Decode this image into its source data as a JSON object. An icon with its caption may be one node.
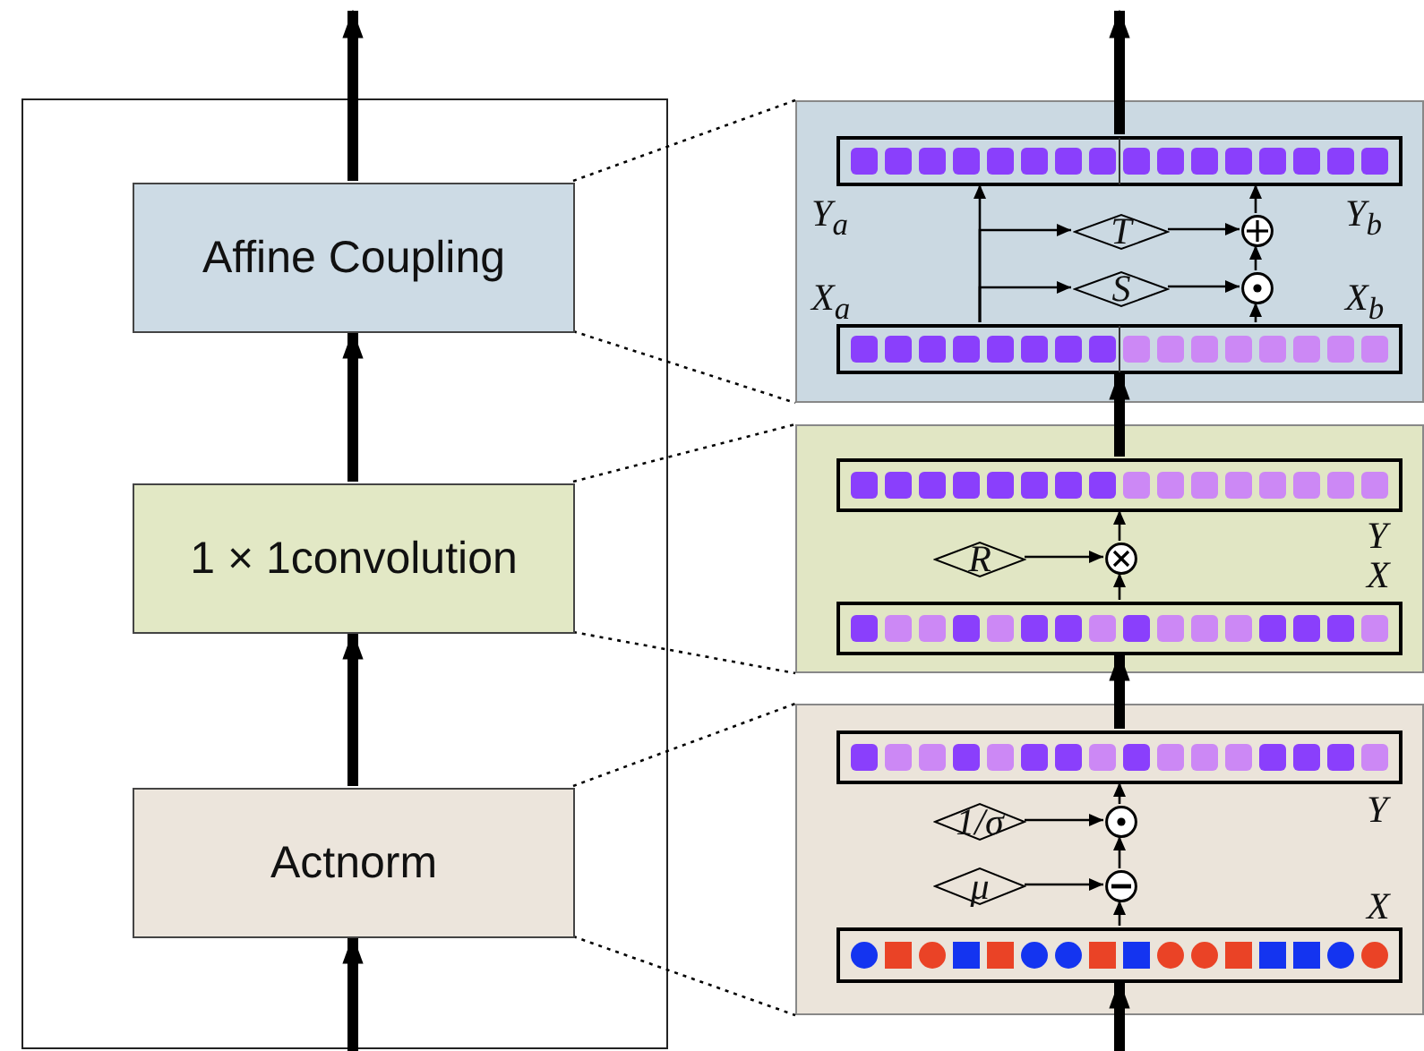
{
  "diagram": {
    "nodes": [
      {
        "text": [],
        "shape": "box"
      },
      {
        "text": [
          "Affine Coupling"
        ],
        "in": 0
      },
      {
        "text": [
          "1 × 1convolution"
        ],
        "in": 0
      },
      {
        "text": [
          "Actnorm"
        ],
        "in": 0
      },
      {
        "text": [],
        "shape": "box"
      },
      {
        "text": [],
        "shape": "bar",
        "in": 4,
        "beside": [
          "Y$_{a}$",
          "Y$_{b}$"
        ]
      },
      {
        "text": [],
        "shape": "bar",
        "in": 4,
        "beside": [
          "X$_{a}$",
          "X$_{b}$"
        ]
      },
      {
        "text": [
          "T"
        ],
        "in": 4
      },
      {
        "text": [
          "S"
        ],
        "in": 4
      },
      {
        "text": [],
        "shape": "circle",
        "in": 4
      },
      {
        "text": [],
        "shape": "circle",
        "in": 4
      },
      {
        "text": [],
        "shape": "box"
      },
      {
        "text": [],
        "shape": "bar",
        "in": 11,
        "beside": [
          "Y"
        ]
      },
      {
        "text": [],
        "shape": "bar",
        "in": 11,
        "beside": [
          "X"
        ]
      },
      {
        "text": [
          "R"
        ],
        "in": 11
      },
      {
        "text": [],
        "shape": "circle",
        "in": 11
      },
      {
        "text": [],
        "shape": "box"
      },
      {
        "text": [],
        "shape": "bar",
        "in": 16,
        "beside": [
          "Y"
        ]
      },
      {
        "text": [],
        "shape": "bar",
        "in": 16,
        "beside": [
          "X"
        ]
      },
      {
        "text": [
          "1/σ"
        ],
        "in": 16
      },
      {
        "text": [
          "μ"
        ],
        "in": 16
      },
      {
        "text": [],
        "shape": "circle",
        "in": 16
      },
      {
        "text": [],
        "shape": "circle",
        "in": 16
      }
    ],
    "edges": [
      {
        "from": null,
        "to": 3,
        "arrow": "to",
        "style": "thick"
      },
      {
        "from": 3,
        "to": 2,
        "arrow": "to",
        "style": "thick"
      },
      {
        "from": 2,
        "to": 1,
        "arrow": "to",
        "style": "thick"
      },
      {
        "from": 1,
        "to": null,
        "arrow": "to",
        "style": "thick"
      },
      {
        "from": 1,
        "to": 4,
        "arrow": "none",
        "style": "dashed"
      },
      {
        "from": 1,
        "to": 4,
        "arrow": "none",
        "style": "dashed"
      },
      {
        "from": 2,
        "to": 11,
        "arrow": "none",
        "style": "dashed"
      },
      {
        "from": 2,
        "to": 11,
        "arrow": "none",
        "style": "dashed"
      },
      {
        "from": 3,
        "to": 16,
        "arrow": "none",
        "style": "dashed"
      },
      {
        "from": 3,
        "to": 16,
        "arrow": "none",
        "style": "dashed"
      },
      {
        "from": null,
        "to": 18,
        "arrow": "to",
        "style": "thick"
      },
      {
        "from": 17,
        "to": 13,
        "arrow": "to",
        "style": "thick"
      },
      {
        "from": 12,
        "to": 6,
        "arrow": "to",
        "style": "thick"
      },
      {
        "from": 5,
        "to": null,
        "arrow": "to",
        "style": "thick"
      },
      {
        "from": 6,
        "to": 5,
        "arrow": "to"
      },
      {
        "from": 6,
        "to": 7,
        "arrow": "to"
      },
      {
        "from": 6,
        "to": 8,
        "arrow": "to"
      },
      {
        "from": 7,
        "to": 9,
        "arrow": "to"
      },
      {
        "from": 8,
        "to": 10,
        "arrow": "to"
      },
      {
        "from": 6,
        "to": 10,
        "arrow": "to"
      },
      {
        "from": 10,
        "to": 9,
        "arrow": "to"
      },
      {
        "from": 9,
        "to": 5,
        "arrow": "to"
      },
      {
        "from": 13,
        "to": 15,
        "arrow": "to"
      },
      {
        "from": 14,
        "to": 15,
        "arrow": "to"
      },
      {
        "from": 15,
        "to": 12,
        "arrow": "to"
      },
      {
        "from": 18,
        "to": 22,
        "arrow": "to"
      },
      {
        "from": 20,
        "to": 22,
        "arrow": "to"
      },
      {
        "from": 22,
        "to": 21,
        "arrow": "to"
      },
      {
        "from": 19,
        "to": 21,
        "arrow": "to"
      },
      {
        "from": 21,
        "to": 17,
        "arrow": "to"
      }
    ]
  }
}
